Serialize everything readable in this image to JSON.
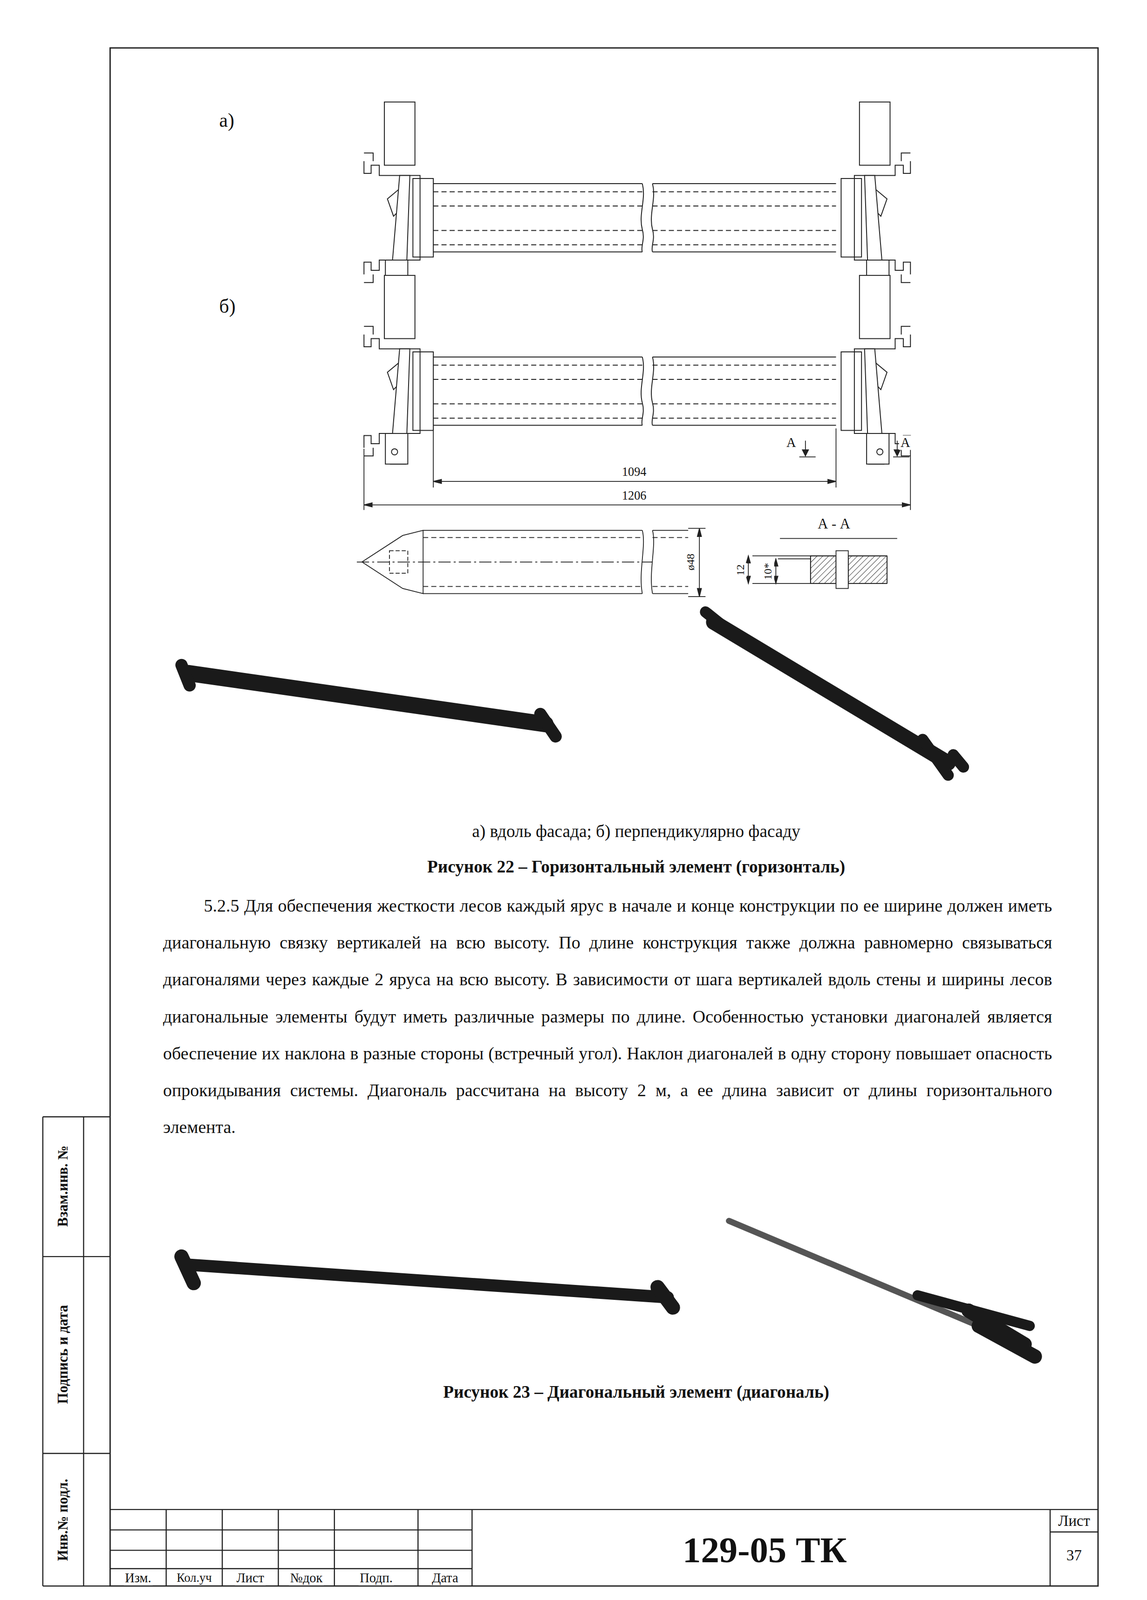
{
  "diagram": {
    "labels": [
      "а)",
      "б)",
      "1094",
      "1206",
      "А",
      "А",
      "А - А",
      "ø48",
      "12",
      "10*",
      "а) вдоль фасада; б) перпендикулярно фасаду",
      "Рисунок 22 – Горизонтальный элемент (горизонталь)",
      "5.2.5 Для обеспечения жесткости лесов каждый ярус в начале и конце конструкции по ее ширине должен иметь диагональную связку вертикалей на всю высоту. По длине конструкция также должна равномерно связываться диагоналями через каждые 2 яруса на всю высоту. В зависимости от шага вертикалей вдоль стены и ширины лесов диагональные элементы будут иметь различные размеры по длине. Особенностью установки диагоналей является обеспечение их наклона в разные стороны (встречный угол). Наклон диагоналей в одну сторону повышает опасность опрокидывания системы. Диагональ рассчитана на высоту 2 м, а ее длина зависит от длины горизонтального элемента.",
      "Рисунок 23 – Диагональный элемент (диагональ)",
      "Взам.инв. №",
      "Подпись и дата",
      "Инв.№ подл.",
      "Изм.",
      "Кол.уч",
      "Лист",
      "№док",
      "Подп.",
      "Дата",
      "129-05 ТК",
      "Лист",
      "37"
    ]
  }
}
